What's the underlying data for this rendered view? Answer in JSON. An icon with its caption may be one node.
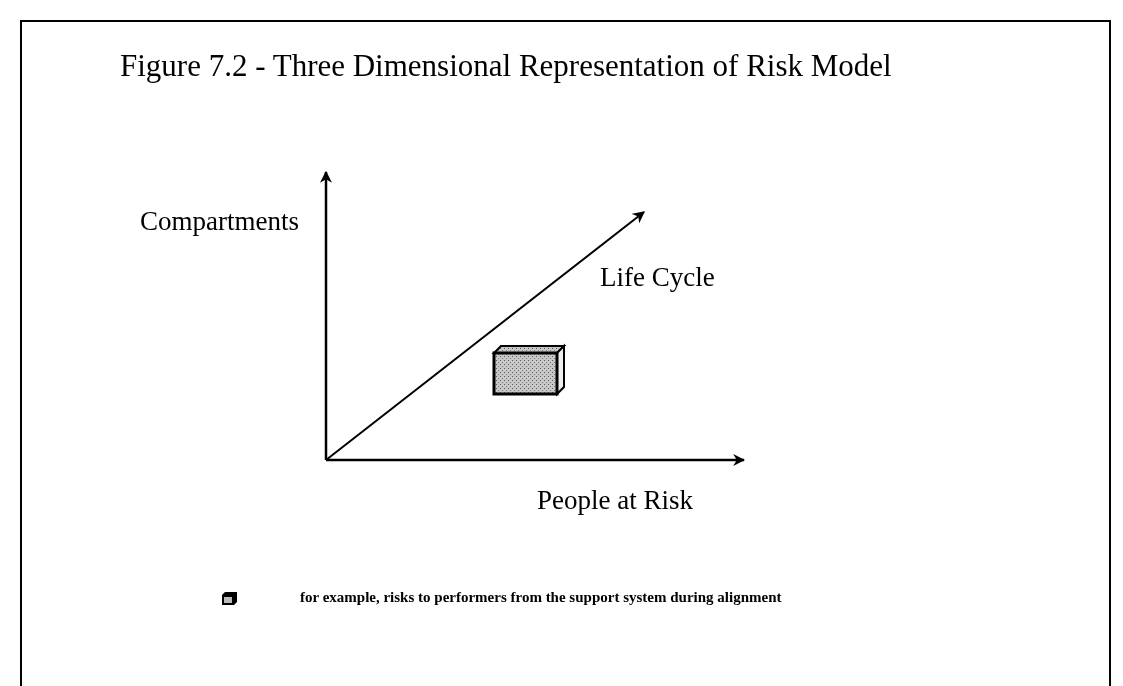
{
  "diagram": {
    "title": "Figure 7.2 - Three Dimensional Representation of Risk Model",
    "labels": [
      "Compartments",
      "Life Cycle",
      "People at Risk"
    ],
    "legend": [
      {
        "text": "for example, risks to performers from the support system during alignment"
      }
    ]
  }
}
